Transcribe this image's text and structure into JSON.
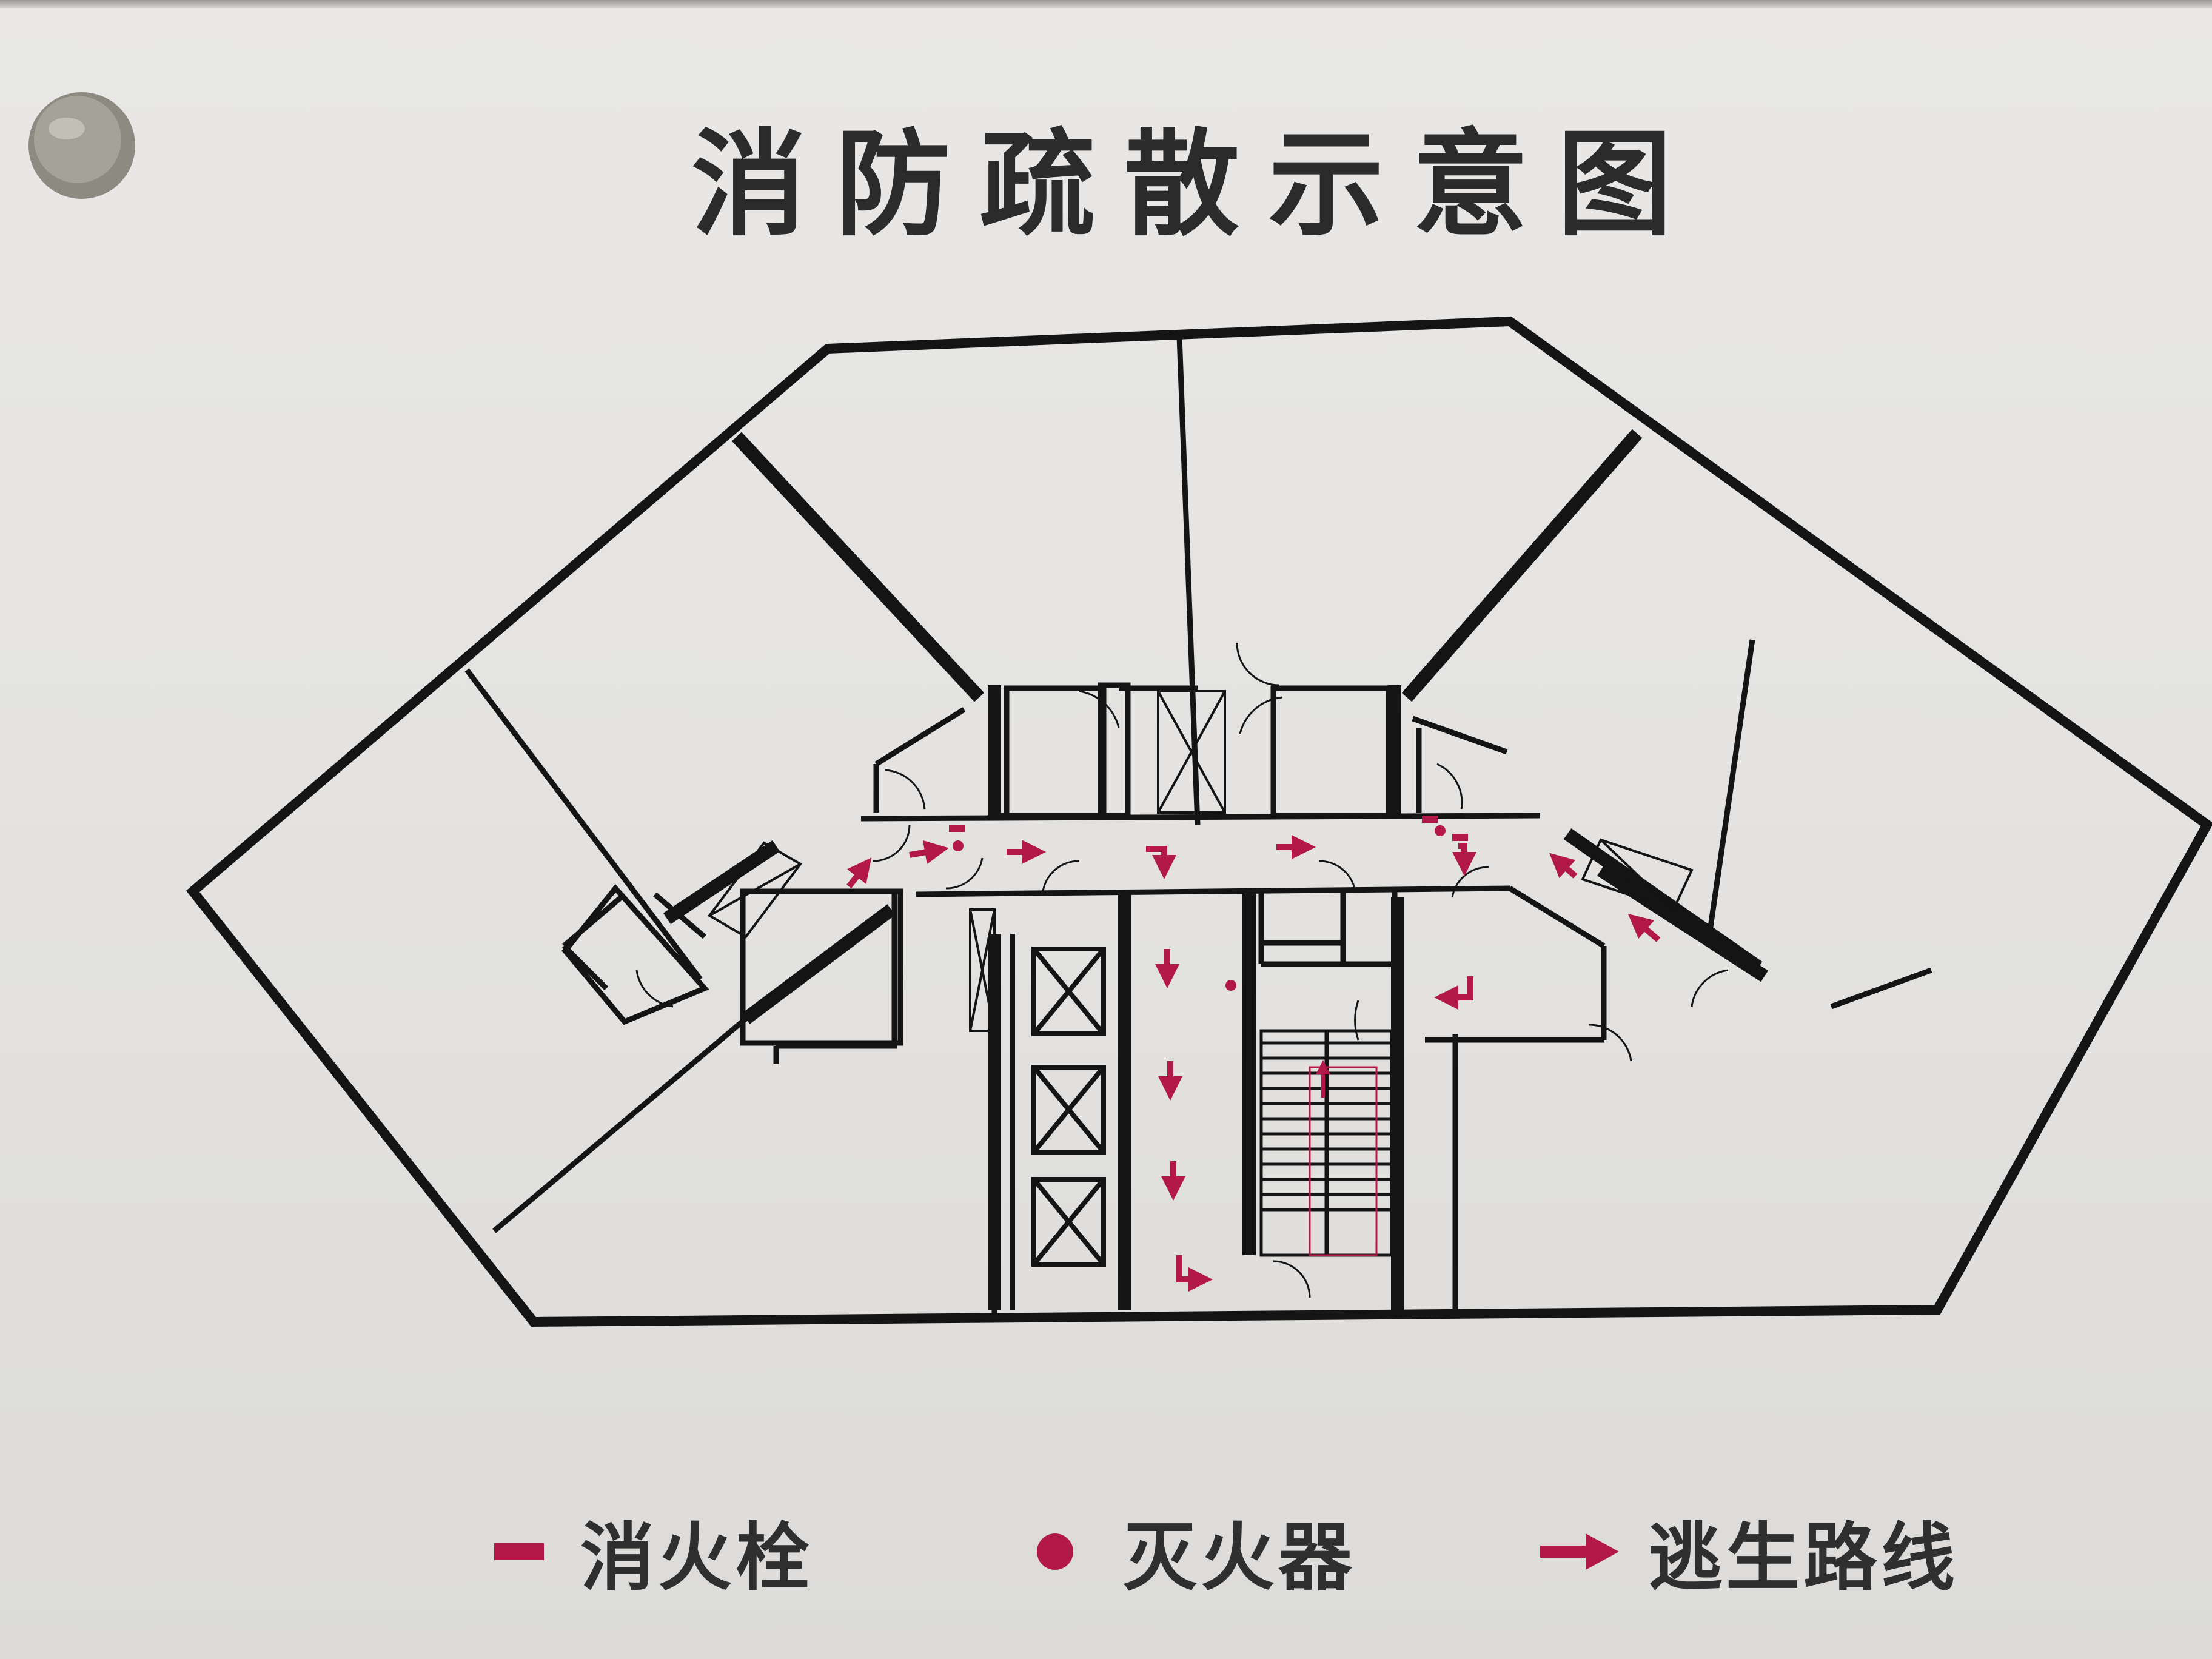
{
  "title": "消防疏散示意图",
  "legend": {
    "hydrant": {
      "label": "消火栓",
      "icon": "hydrant-icon"
    },
    "extinguisher": {
      "label": "灭火器",
      "icon": "extinguisher-icon"
    },
    "escape_route": {
      "label": "逃生路线",
      "icon": "escape-arrow-icon"
    }
  },
  "colors": {
    "wall": "#141414",
    "accent": "#b3184a",
    "plate": "#e4e3e1"
  }
}
